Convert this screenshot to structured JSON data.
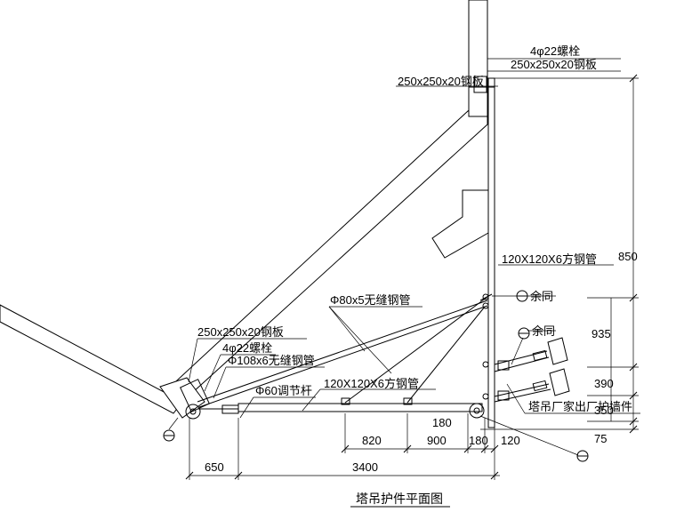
{
  "drawing": {
    "title": "塔吊护件平面图",
    "labels": {
      "bolt_top": "4φ22螺栓",
      "plate_top": "250x250x20钢板",
      "plate_top_left": "250x250x20钢板",
      "square_tube_vertical": "120X120X6方钢管",
      "dim_850": "850",
      "seamless_80": "Φ80x5无缝钢管",
      "yutong_1": "余同",
      "yutong_2": "余同",
      "plate_left": "250x250x20钢板",
      "bolt_left": "4φ22螺栓",
      "seamless_108": "Φ108x6无缝钢管",
      "adjust_rod": "Φ60调节杆",
      "square_tube_bottom": "120X120X6方钢管",
      "factory_note": "塔吊厂家出厂护墙件"
    },
    "dimensions": {
      "d935": "935",
      "d390": "390",
      "d350": "350",
      "d75": "75",
      "d180a": "180",
      "d820": "820",
      "d900": "900",
      "d180b": "180",
      "d120": "120",
      "d650": "650",
      "d3400": "3400"
    }
  }
}
